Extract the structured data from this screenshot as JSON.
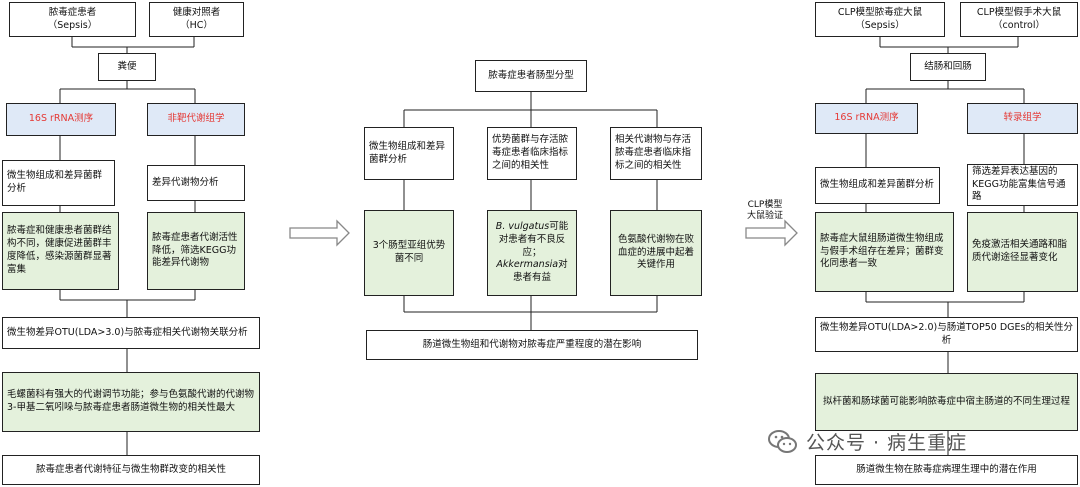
{
  "left": {
    "sepsis": "脓毒症患者\n（Sepsis）",
    "hc": "健康对照者\n（HC）",
    "sample": "粪便",
    "method1": "16S rRNA测序",
    "method2": "非靶代谢组学",
    "res1": "微生物组成和差异菌群分析",
    "res2": "差异代谢物分析",
    "find1": "脓毒症和健康患者菌群结构不同，健康促进菌群丰度降低，感染源菌群显著富集",
    "find2": "脓毒症患者代谢活性降低，筛选KEGG功能差异代谢物",
    "assoc": "微生物差异OTU(LDA>3.0)与脓毒症相关代谢物关联分析",
    "concl": "毛螺菌科有强大的代谢调节功能；参与色氨酸代谢的代谢物3-甲基二氧吲哚与脓毒症患者肠道微生物的相关性最大",
    "final": "脓毒症患者代谢特征与微生物群改变的相关性"
  },
  "middle": {
    "top": "脓毒症患者肠型分型",
    "a1": "微生物组成和差异菌群分析",
    "a2": "优势菌群与存活脓毒症患者临床指标之间的相关性",
    "a3": "相关代谢物与存活脓毒症患者临床指标之间的相关性",
    "b1": "3个肠型亚组优势菌不同",
    "b2_italic1": "B. vulgatus",
    "b2_text1": "可能对患者有不良反应；",
    "b2_italic2": "Akkermansia",
    "b2_text2": "对患者有益",
    "b3": "色氨酸代谢物在败血症的进展中起着关键作用",
    "final": "肠道微生物组和代谢物对脓毒症严重程度的潜在影响"
  },
  "arrow_label": "CLP模型\n大鼠验证",
  "right": {
    "sepsis": "CLP模型脓毒症大鼠\n（Sepsis）",
    "control": "CLP模型假手术大鼠\n（control）",
    "sample": "结肠和回肠",
    "method1": "16S rRNA测序",
    "method2": "转录组学",
    "res1": "微生物组成和差异菌群分析",
    "res2": "筛选差异表达基因的KEGG功能富集信号通路",
    "find1": "脓毒症大鼠组肠道微生物组成与假手术组存在差异；菌群变化同患者一致",
    "find2": "免疫激活相关通路和脂质代谢途径显著变化",
    "assoc": "微生物差异OTU(LDA>2.0)与肠道TOP50 DGEs的相关性分析",
    "concl": "拟杆菌和肠球菌可能影响脓毒症中宿主肠道的不同生理过程",
    "final": "肠道微生物在脓毒症病理生理中的潜在作用"
  },
  "watermark": "公众号 · 病生重症",
  "colors": {
    "green": "#e4f1dc",
    "red": "#e53935",
    "blue_fill": "#dfe9f7"
  }
}
